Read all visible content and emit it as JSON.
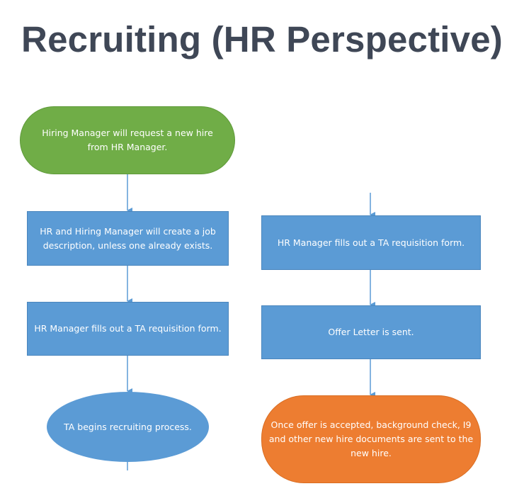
{
  "title": "Recruiting (HR Perspective)",
  "colors": {
    "title": "#3f4756",
    "start_node": "#70ad47",
    "process_node": "#5b9bd5",
    "end_node": "#ed7d31",
    "connector": "#5b9bd5"
  },
  "left_flow": {
    "start": "Hiring Manager will request a new hire from HR Manager.",
    "step_job_description": "HR and Hiring Manager will create a job description, unless one already exists.",
    "step_requisition": "HR Manager fills out a TA requisition form.",
    "end_recruiting": "TA begins recruiting process."
  },
  "right_flow": {
    "step_requisition": "HR Manager fills out a TA requisition form.",
    "step_offer": "Offer Letter is sent.",
    "end_documents": "Once offer is accepted, background check, I9 and other new hire documents are sent to the new hire."
  }
}
